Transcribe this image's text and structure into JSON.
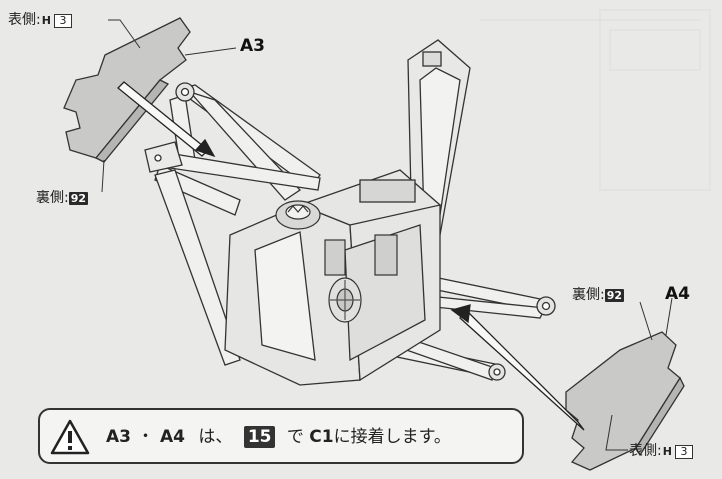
{
  "part_a3": {
    "id": "A3",
    "front_label": "表側:",
    "front_code": "H",
    "front_num": "3",
    "back_label": "裏側:",
    "back_num": "92"
  },
  "part_a4": {
    "id": "A4",
    "front_label": "表側:",
    "front_code": "H",
    "front_num": "3",
    "back_label": "裏側:",
    "back_num": "92"
  },
  "note": {
    "part1": "A3",
    "dot": "・",
    "part2": "A4",
    "wa": "は、",
    "step": "15",
    "de": "で",
    "target": "C1",
    "rest": "に接着します。"
  },
  "icons": {
    "warning": "warning-triangle-icon"
  }
}
